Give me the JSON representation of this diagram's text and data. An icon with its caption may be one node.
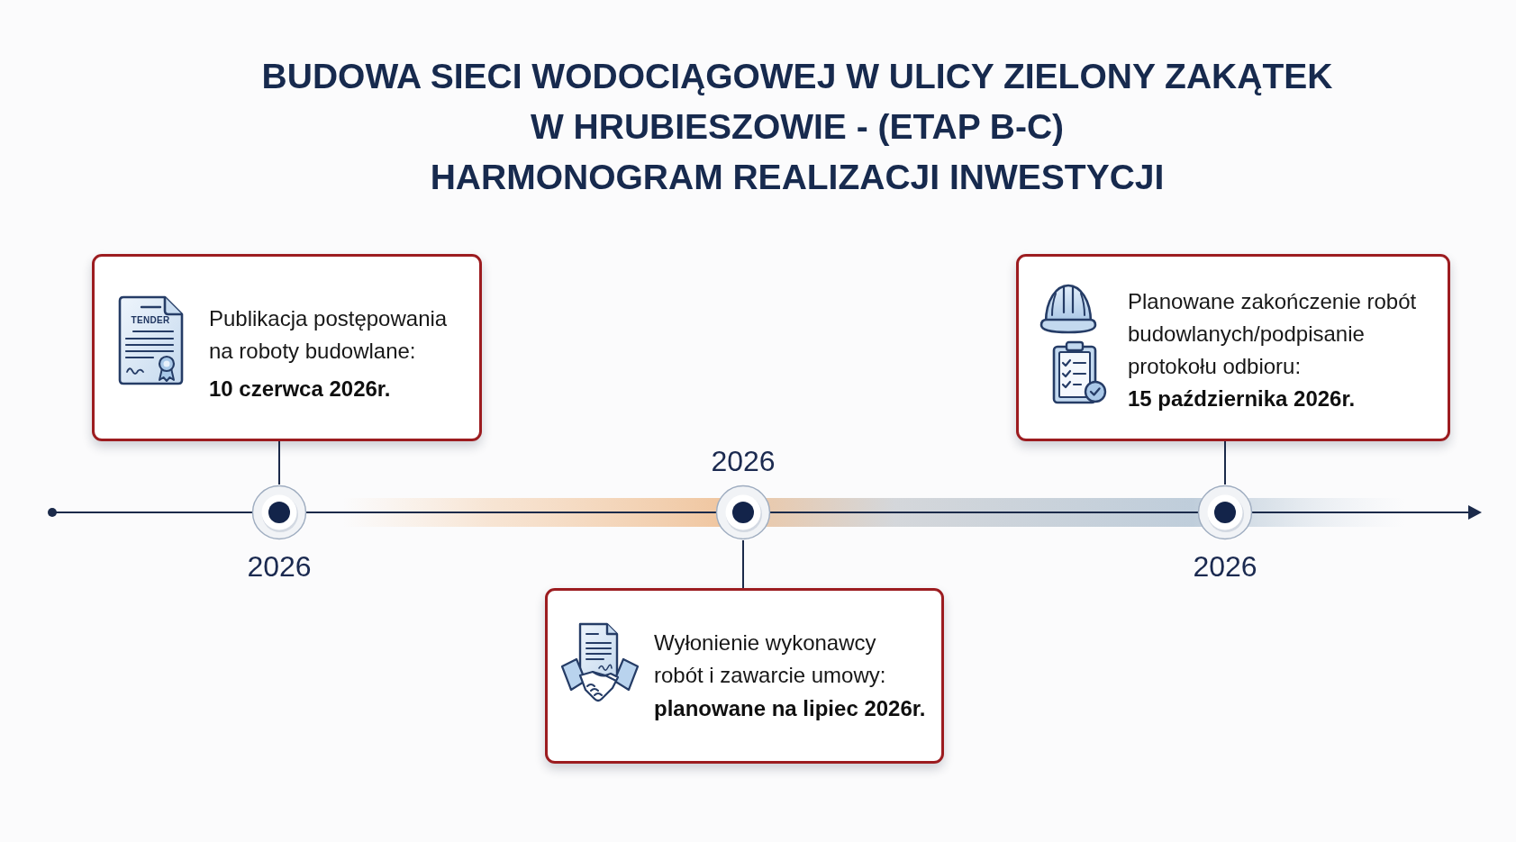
{
  "diagram": {
    "title": "BUDOWA SIECI WODOCIĄGOWEJ W ULICY ZIELONY ZAKĄTEK W HRUBIESZOWIE - (ETAP B-C)",
    "nodes": [
      {
        "text": [
          "Publikacja postępowania na roboty budowlane:",
          "10 czerwca 2026r."
        ]
      },
      {
        "text": [
          "Planowane zakończenie robót budowlanych/podpisanie protokołu odbioru:",
          "15 października 2026r."
        ]
      },
      {
        "text": [],
        "shape": "circle",
        "beside": [
          "2026"
        ]
      },
      {
        "text": [],
        "shape": "circle",
        "beside": [
          "2026"
        ]
      },
      {
        "text": [],
        "shape": "circle",
        "beside": [
          "2026"
        ]
      },
      {
        "text": [
          "Wyłonienie wykonawcy robót i zawarcie umowy:",
          "planowane na lipiec 2026r."
        ]
      }
    ],
    "edges": [
      {
        "from": 0,
        "to": 2,
        "arrow": "none"
      },
      {
        "from": 1,
        "to": 4,
        "arrow": "none"
      },
      {
        "from": 3,
        "to": 5,
        "arrow": "none"
      }
    ],
    "labels": [
      "HARMONOGRAM REALIZACJI INWESTYCJI",
      "TENDER"
    ]
  }
}
